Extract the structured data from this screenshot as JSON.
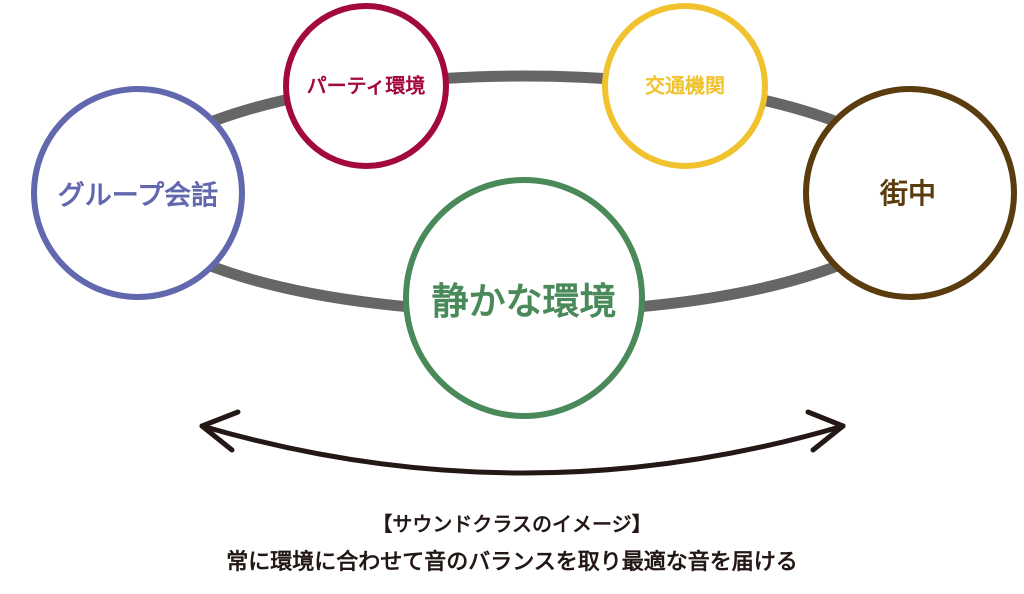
{
  "nodes": {
    "group": {
      "label": "グループ会話",
      "color": "#6268ad"
    },
    "party": {
      "label": "パーティ環境",
      "color": "#a3093a"
    },
    "transport": {
      "label": "交通機関",
      "color": "#f0c22e"
    },
    "street": {
      "label": "街中",
      "color": "#5a3c0f"
    },
    "quiet": {
      "label": "静かな環境",
      "color": "#4a8a5a"
    }
  },
  "ring_color": "#666666",
  "arrow_color": "#231815",
  "caption": {
    "title": "【サウンドクラスのイメージ】",
    "subtitle": "常に環境に合わせて音のバランスを取り最適な音を届ける"
  }
}
